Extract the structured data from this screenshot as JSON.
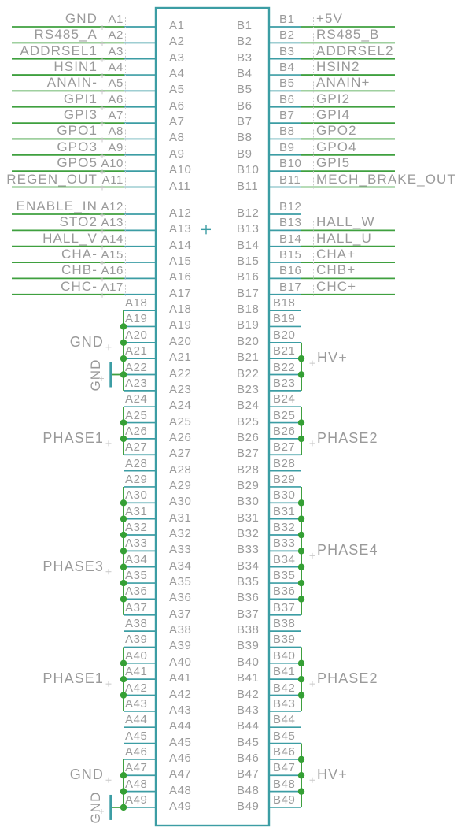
{
  "colors": {
    "background": "#ffffff",
    "wire_green": "#3fa03f",
    "junction_green": "#35a035",
    "symbol_teal": "#3c9da4",
    "text_gray": "#9a9a9a",
    "origin_marker_gray": "#c9c9c9"
  },
  "connector": {
    "a_pin_ids": [
      "A1",
      "A2",
      "A3",
      "A4",
      "A5",
      "A6",
      "A7",
      "A8",
      "A9",
      "A10",
      "A11",
      "A12",
      "A13",
      "A14",
      "A15",
      "A16",
      "A17",
      "A18",
      "A19",
      "A20",
      "A21",
      "A22",
      "A23",
      "A24",
      "A25",
      "A26",
      "A27",
      "A28",
      "A29",
      "A30",
      "A31",
      "A32",
      "A33",
      "A34",
      "A35",
      "A36",
      "A37",
      "A38",
      "A39",
      "A40",
      "A41",
      "A42",
      "A43",
      "A44",
      "A45",
      "A46",
      "A47",
      "A48",
      "A49"
    ],
    "b_pin_ids": [
      "B1",
      "B2",
      "B3",
      "B4",
      "B5",
      "B6",
      "B7",
      "B8",
      "B9",
      "B10",
      "B11",
      "B12",
      "B13",
      "B14",
      "B15",
      "B16",
      "B17",
      "B18",
      "B19",
      "B20",
      "B21",
      "B22",
      "B23",
      "B24",
      "B25",
      "B26",
      "B27",
      "B28",
      "B29",
      "B30",
      "B31",
      "B32",
      "B33",
      "B34",
      "B35",
      "B36",
      "B37",
      "B38",
      "B39",
      "B40",
      "B41",
      "B42",
      "B43",
      "B44",
      "B45",
      "B46",
      "B47",
      "B48",
      "B49"
    ],
    "origin_cross_glyph": "+"
  },
  "a_nets": [
    {
      "pin": 1,
      "text": "GND"
    },
    {
      "pin": 2,
      "text": "RS485_A"
    },
    {
      "pin": 3,
      "text": "ADDRSEL1",
      "overline": "EL"
    },
    {
      "pin": 4,
      "text": "HSIN1"
    },
    {
      "pin": 5,
      "text": "ANAIN-"
    },
    {
      "pin": 6,
      "text": "GPI1"
    },
    {
      "pin": 7,
      "text": "GPI3"
    },
    {
      "pin": 8,
      "text": "GPO1"
    },
    {
      "pin": 9,
      "text": "GPO3"
    },
    {
      "pin": 10,
      "text": "GPO5"
    },
    {
      "pin": 11,
      "text": "REGEN_OUT"
    },
    {
      "pin": 12,
      "text": "ENABLE_IN"
    },
    {
      "pin": 13,
      "text": "STO2",
      "overline": "TO"
    },
    {
      "pin": 14,
      "text": "HALL_V"
    },
    {
      "pin": 15,
      "text": "CHA-",
      "overline": "A"
    },
    {
      "pin": 16,
      "text": "CHB-"
    },
    {
      "pin": 17,
      "text": "CHC-"
    }
  ],
  "b_nets": [
    {
      "pin": 1,
      "text": "+5V"
    },
    {
      "pin": 2,
      "text": "RS485_B"
    },
    {
      "pin": 3,
      "text": "ADDRSEL2",
      "overline": "EL"
    },
    {
      "pin": 4,
      "text": "HSIN2"
    },
    {
      "pin": 5,
      "text": "ANAIN+"
    },
    {
      "pin": 6,
      "text": "GPI2"
    },
    {
      "pin": 7,
      "text": "GPI4"
    },
    {
      "pin": 8,
      "text": "GPO2"
    },
    {
      "pin": 9,
      "text": "GPO4"
    },
    {
      "pin": 10,
      "text": "GPI5"
    },
    {
      "pin": 11,
      "text": "MECH_BRAKE_OUT"
    },
    {
      "pin": 13,
      "text": "HALL_W"
    },
    {
      "pin": 14,
      "text": "HALL_U",
      "overline": "U"
    },
    {
      "pin": 15,
      "text": "CHA+"
    },
    {
      "pin": 16,
      "text": "CHB+"
    },
    {
      "pin": 17,
      "text": "CHC+"
    }
  ],
  "a_groups": [
    {
      "from": 18,
      "to": 23,
      "label": "GND",
      "label_pin": 20,
      "gnd_symbol_pin": 22
    },
    {
      "from": 24,
      "to": 27,
      "label": "PHASE1",
      "label_pin": 26
    },
    {
      "from": 29,
      "to": 37,
      "label": "PHASE3",
      "label_pin": 34
    },
    {
      "from": 39,
      "to": 43,
      "label": "PHASE1",
      "label_pin": 41
    },
    {
      "from": 46,
      "to": 49,
      "label": "GND",
      "label_pin": 47,
      "gnd_symbol_pin": 49
    }
  ],
  "b_groups": [
    {
      "from": 20,
      "to": 23,
      "label": "HV+",
      "label_pin": 21
    },
    {
      "from": 24,
      "to": 27,
      "label": "PHASE2",
      "label_pin": 26
    },
    {
      "from": 29,
      "to": 37,
      "label": "PHASE4",
      "label_pin": 33
    },
    {
      "from": 39,
      "to": 43,
      "label": "PHASE2",
      "label_pin": 41
    },
    {
      "from": 45,
      "to": 49,
      "label": "HV+",
      "label_pin": 47
    }
  ],
  "a_stub_pins": [
    28,
    38,
    44,
    45
  ],
  "b_stub_pins": [
    12,
    18,
    19,
    28,
    38,
    44
  ],
  "gnd_symbols": [
    {
      "side": "a",
      "pin": 22,
      "label": "GND"
    },
    {
      "side": "a",
      "pin": 49,
      "label": "GND"
    }
  ]
}
